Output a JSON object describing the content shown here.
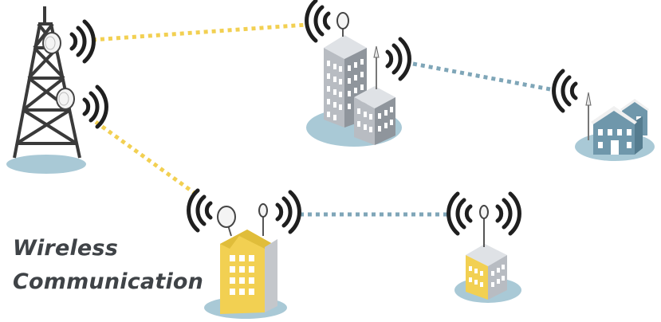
{
  "title": {
    "line1": "Wireless",
    "line2": "Communication"
  },
  "colors": {
    "link_yellow": "#f2d052",
    "link_blue": "#7fa6b8",
    "ground": "#a9c9d6",
    "signal_waves": "#1f1f1f",
    "tower": "#3a3a3a",
    "office_grey": "#b8bcc2",
    "office_yellow": "#f2d052",
    "house_blue": "#6f97ab",
    "window_white": "#ffffff"
  },
  "nodes": [
    {
      "id": "cell-tower",
      "icon": "cell-tower-icon"
    },
    {
      "id": "office-towers",
      "icon": "office-building-icon"
    },
    {
      "id": "houses",
      "icon": "house-icon"
    },
    {
      "id": "yellow-office",
      "icon": "office-building-icon"
    },
    {
      "id": "small-yellow-building",
      "icon": "building-icon"
    }
  ],
  "links": [
    {
      "from": "cell-tower",
      "to": "office-towers",
      "style": "yellow-dotted"
    },
    {
      "from": "cell-tower",
      "to": "yellow-office",
      "style": "yellow-dotted"
    },
    {
      "from": "office-towers",
      "to": "houses",
      "style": "blue-dotted"
    },
    {
      "from": "yellow-office",
      "to": "small-yellow-building",
      "style": "blue-dotted"
    }
  ]
}
